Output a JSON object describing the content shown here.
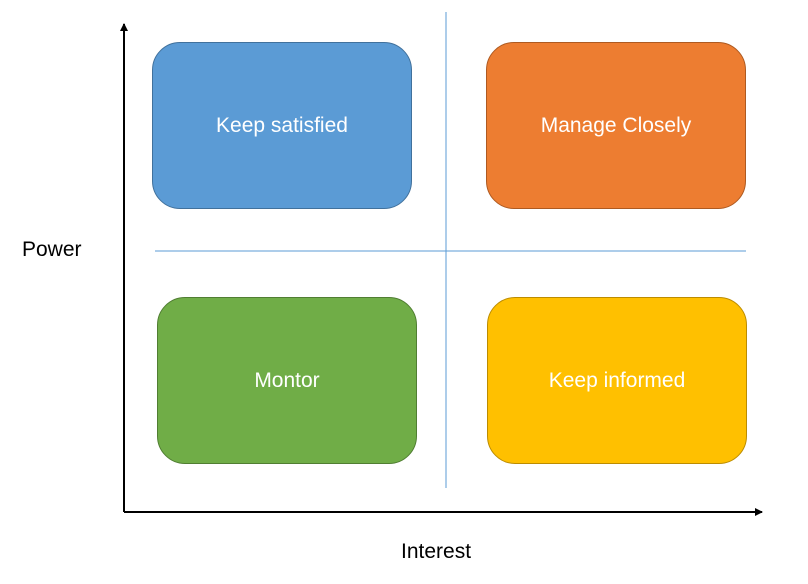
{
  "diagram": {
    "y_axis_label": "Power",
    "x_axis_label": "Interest",
    "quadrants": [
      {
        "label": "Keep satisfied",
        "fill": "#5B9BD5",
        "border": "#41719C"
      },
      {
        "label": "Manage Closely",
        "fill": "#ED7D31",
        "border": "#AE5A21"
      },
      {
        "label": "Montor",
        "fill": "#70AD47",
        "border": "#507E32"
      },
      {
        "label": "Keep informed",
        "fill": "#FFC000",
        "border": "#BC8C00"
      }
    ],
    "divider_color": "#5B9BD5",
    "axis_color": "#000000"
  }
}
